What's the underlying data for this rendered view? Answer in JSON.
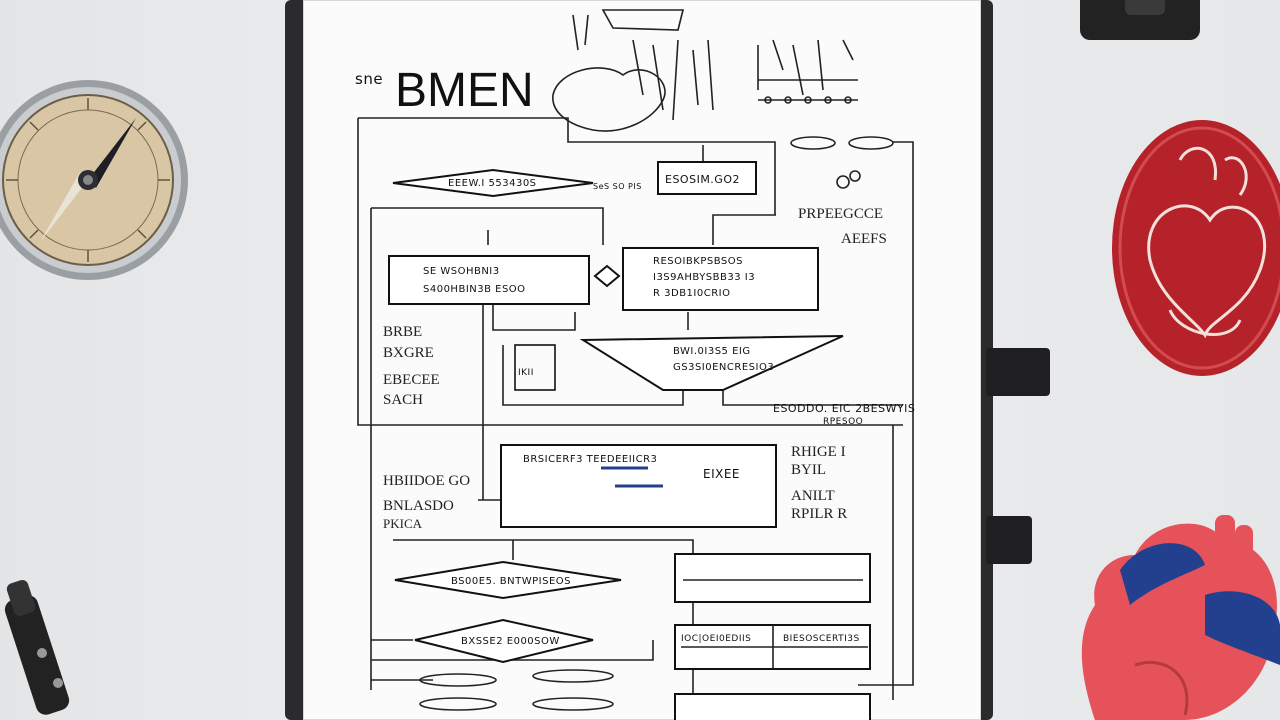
{
  "notebook": {
    "title": "BMEN",
    "title_prefix": "sne",
    "boxes": {
      "top_right_box": "ESOSIM.GO2",
      "top_diamond": "EEEW.I 553430S",
      "left_box_line1": "SE WSOHBNI3",
      "left_box_line2": "S400HBIN3B   ESOO",
      "right_box_line1": "RESOIBKPSBSOS",
      "right_box_line2": "I3S9AHBYSBB33 I3",
      "right_box_line3": "R 3DB1I0CRIO",
      "mid_trapezoid_line1": "BWI.0I3S5 EIG",
      "mid_trapezoid_line2": "GS3SI0ENCRESIO3",
      "big_box_line1": "BRSICERF3 TEEDEEIICR3",
      "big_box_line2": "EIXEE",
      "lower_diamond": "BS00E5. BNTWPISEOS",
      "bottom_diamond": "BXSSE2   E000SOW",
      "table_left": "IOC|OEI0EDIIS",
      "table_right": "BIESOSCERTI3S",
      "small_inner": "IKII",
      "arrow_note": "SeS SO PIS"
    },
    "side_labels": {
      "top_right_a": "PRPEEGCCE",
      "top_right_b": "AEEFS",
      "left_a1": "BRBE",
      "left_a2": "BXGRE",
      "left_a3": "EBECEE",
      "left_a4": "SACH",
      "left_b1": "HBIIDOE GO",
      "left_b2": "BNLASDO",
      "left_b3": "PKICA",
      "right_b1": "RHIGE I",
      "right_b2": "BYIL",
      "right_b3": "ANILT",
      "right_b4": "RPILR R",
      "mid_right": "ESODDO. EIC 2BESWYIS",
      "mid_right_sub": "RPESOO"
    }
  },
  "colors": {
    "desk": "#e4e5e7",
    "badge_red": "#b5222a",
    "heart_red": "#e5525a",
    "heart_blue": "#23408f"
  }
}
